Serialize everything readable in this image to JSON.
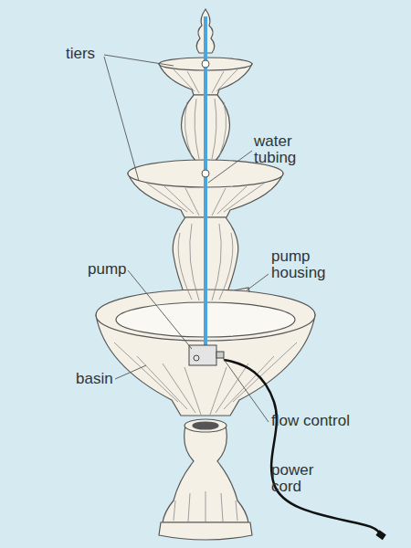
{
  "diagram": {
    "labels": [
      "tiers",
      "water tubing",
      "pump",
      "pump housing",
      "basin",
      "flow control",
      "power cord"
    ]
  }
}
